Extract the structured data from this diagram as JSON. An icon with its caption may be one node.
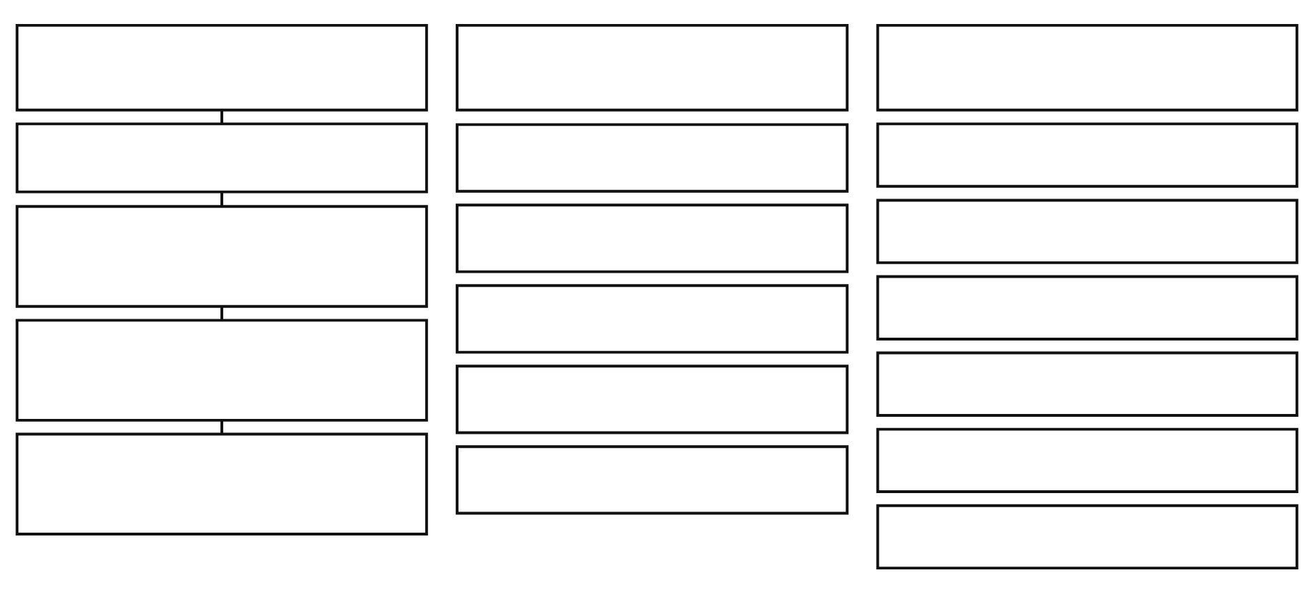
{
  "diagram": {
    "nodes": [
      {
        "text": [],
        "shape": "box"
      },
      {
        "text": [],
        "shape": "box"
      },
      {
        "text": [],
        "shape": "box"
      },
      {
        "text": [],
        "shape": "box"
      },
      {
        "text": [],
        "shape": "box"
      },
      {
        "text": [],
        "shape": "box"
      },
      {
        "text": [],
        "shape": "box"
      },
      {
        "text": [],
        "shape": "box"
      },
      {
        "text": [],
        "shape": "box"
      },
      {
        "text": [],
        "shape": "box"
      },
      {
        "text": [],
        "shape": "box"
      },
      {
        "text": [],
        "shape": "box"
      },
      {
        "text": [],
        "shape": "box"
      },
      {
        "text": [],
        "shape": "box"
      },
      {
        "text": [],
        "shape": "box"
      },
      {
        "text": [],
        "shape": "box"
      },
      {
        "text": [],
        "shape": "box"
      },
      {
        "text": [],
        "shape": "box"
      }
    ],
    "edges": [
      {
        "from": 0,
        "to": 1,
        "arrow": "none"
      },
      {
        "from": 1,
        "to": 2,
        "arrow": "none"
      },
      {
        "from": 2,
        "to": 3,
        "arrow": "none"
      },
      {
        "from": 3,
        "to": 4,
        "arrow": "none"
      }
    ]
  }
}
